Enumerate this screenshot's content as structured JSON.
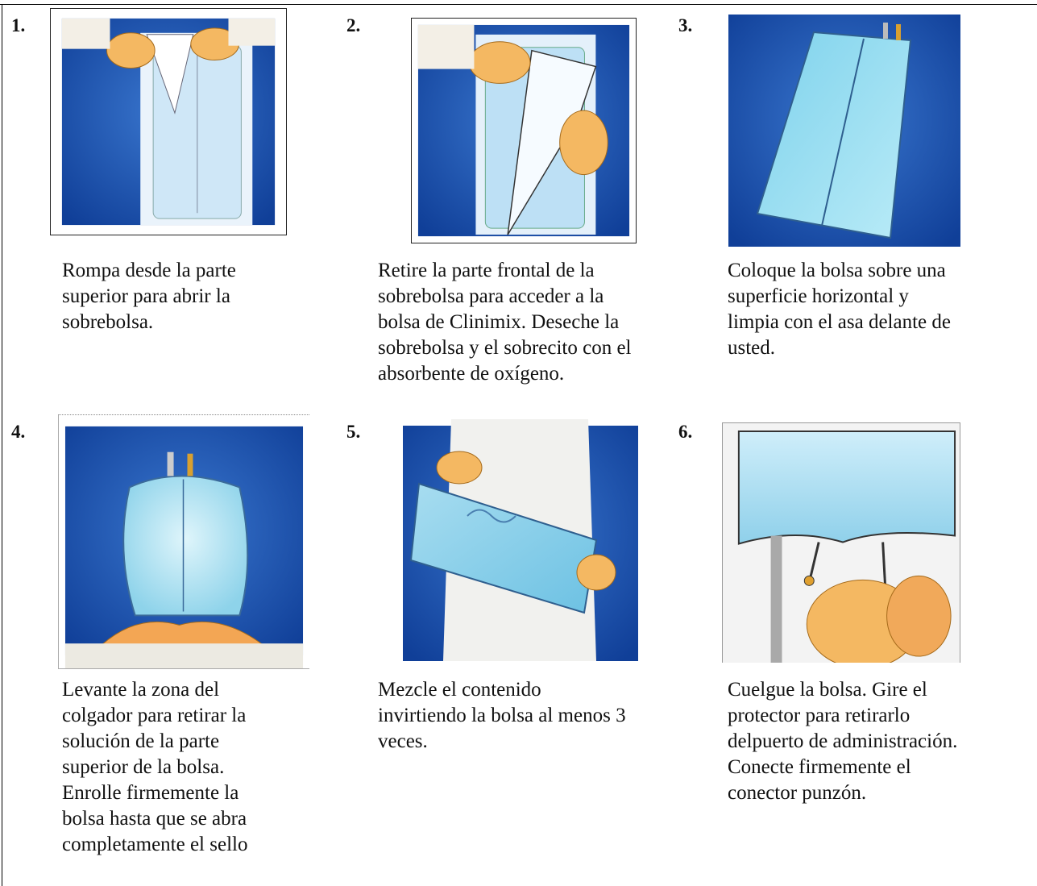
{
  "steps": [
    {
      "number": "1.",
      "text": "Rompa desde la parte\nsuperior para abrir la\nsobrebolsa."
    },
    {
      "number": "2.",
      "text": "Retire la parte frontal de la\nsobrebolsa para acceder a la\nbolsa de Clinimix. Deseche la\nsobrebolsa y el sobrecito con el\nabsorbente de oxígeno."
    },
    {
      "number": "3.",
      "text": "Coloque la bolsa sobre una\nsuperficie horizontal y\nlimpia con el asa delante de\nusted."
    },
    {
      "number": "4.",
      "text": "Levante la zona del\ncolgador para retirar la\nsolución de la parte\nsuperior de la bolsa.\nEnrolle firmemente la\nbolsa hasta que se abra\ncompletamente el sello"
    },
    {
      "number": "5.",
      "text": "Mezcle el contenido\ninvirtiendo la bolsa al menos 3\nveces."
    },
    {
      "number": "6.",
      "text": "Cuelgue la bolsa. Gire el\nprotector para retirarlo\ndelpuerto de administración.\nConecte firmemente el\nconector punzón."
    }
  ]
}
